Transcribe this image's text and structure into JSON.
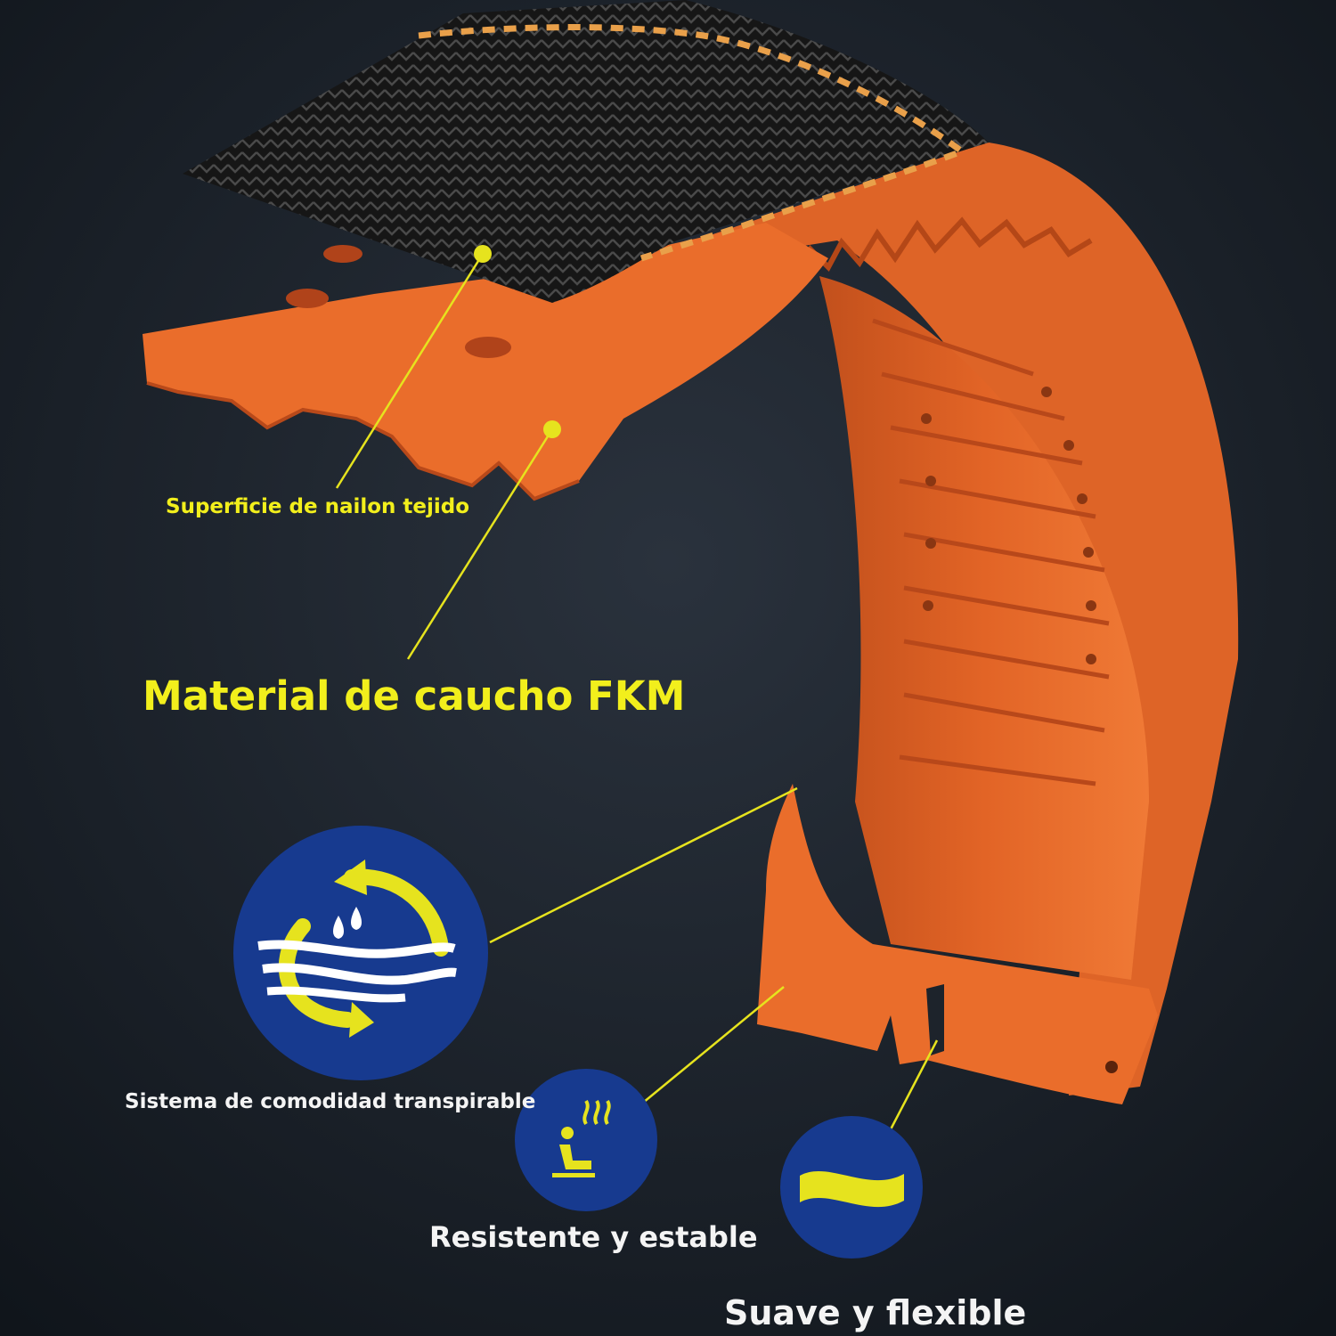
{
  "labels": {
    "nylon_surface": "Superficie de nailon tejido",
    "fkm_material": "Material de caucho FKM",
    "breathable_system": "Sistema de comodidad transpirable",
    "resistant_stable": "Resistente y estable",
    "soft_flexible": "Suave y flexible"
  },
  "colors": {
    "background": "#1b2129",
    "strap_orange": "#e8692a",
    "nylon_black": "#1a1a1a",
    "stitch": "#e9a04a",
    "callout_yellow": "#e6e31e",
    "badge_blue": "#173a8f",
    "label_yellow": "#f2ef1c",
    "label_white": "#f4f4f4"
  },
  "icons": [
    "breathable-cycle-icon",
    "heated-seat-icon",
    "soft-wave-icon"
  ]
}
